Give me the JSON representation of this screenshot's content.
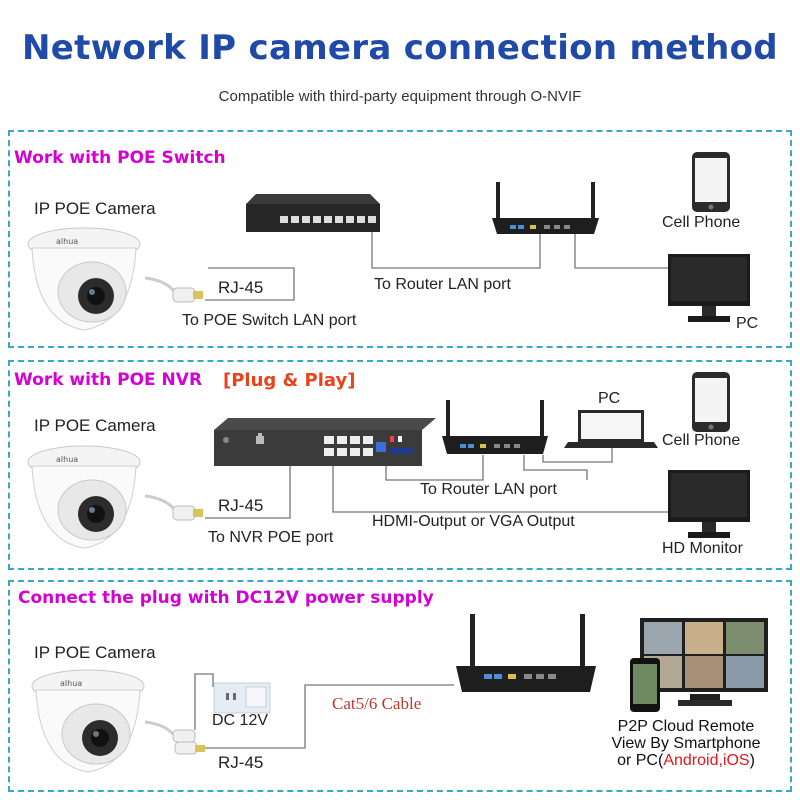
{
  "header": {
    "title": "Network IP camera connection method",
    "subtitle": "Compatible with third-party equipment through O-NVIF"
  },
  "section1": {
    "title": "Work with POE Switch",
    "camera_label": "IP POE Camera",
    "rj45": "RJ-45",
    "switch_port": "To POE Switch LAN port",
    "router_port": "To Router LAN port",
    "cell_phone": "Cell Phone",
    "pc": "PC"
  },
  "section2": {
    "title": "Work with POE NVR",
    "plug_play": "[Plug & Play]",
    "camera_label": "IP POE Camera",
    "rj45": "RJ-45",
    "nvr_port": "To NVR POE port",
    "router_port": "To Router LAN port",
    "hdmi": "HDMI-Output or VGA Output",
    "pc": "PC",
    "cell_phone": "Cell Phone",
    "hd_monitor": "HD Monitor"
  },
  "section3": {
    "title": "Connect the plug with DC12V power supply",
    "camera_label": "IP POE Camera",
    "dc": "DC 12V",
    "rj45": "RJ-45",
    "cable": "Cat5/6 Cable",
    "p2p_line1": "P2P Cloud Remote",
    "p2p_line2": "View By Smartphone",
    "p2p_line3_prefix": "or PC(",
    "p2p_line3_os": "Android,iOS",
    "p2p_line3_suffix": ")"
  },
  "icons": [
    "dome-camera-icon",
    "poe-switch-icon",
    "router-icon",
    "cell-phone-icon",
    "monitor-icon",
    "nvr-icon",
    "laptop-icon",
    "power-socket-icon",
    "rj45-connector-icon",
    "app-screens-icon"
  ],
  "colors": {
    "title": "#1f4aa8",
    "section_title": "#d400d4",
    "plug_play": "#e8431a",
    "border": "#3aa6c9",
    "cable": "#c0392b"
  }
}
